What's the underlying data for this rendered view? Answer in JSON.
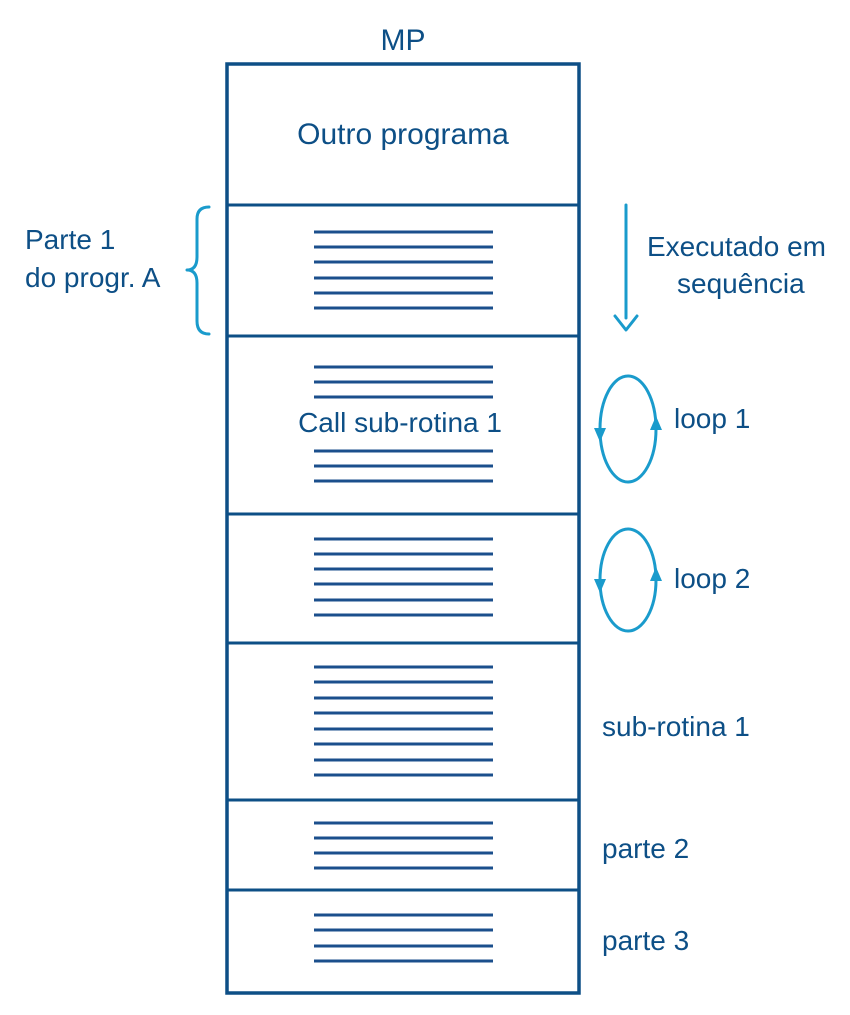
{
  "diagram": {
    "memory_title": "MP",
    "blocks": {
      "outro_programa": "Outro programa",
      "call_label": "Call sub-rotina 1"
    },
    "left_labels": {
      "parte1_line1": "Parte 1",
      "parte1_line2": "do progr. A"
    },
    "right_labels": {
      "executado_line1": "Executado em",
      "executado_line2": "sequência",
      "loop1": "loop 1",
      "loop2": "loop 2",
      "subrotina1": "sub-rotina 1",
      "parte2": "parte 2",
      "parte3": "parte 3"
    },
    "colors": {
      "dark_blue": "#0d4f86",
      "cyan": "#1a9bcc"
    }
  }
}
